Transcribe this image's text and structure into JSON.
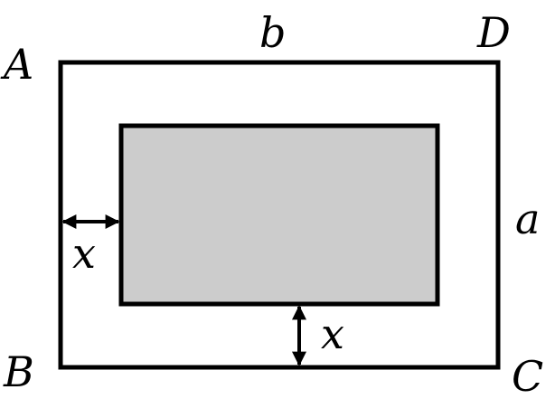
{
  "labels": {
    "A": "A",
    "B": "B",
    "C": "C",
    "D": "D",
    "a": "a",
    "b": "b",
    "x_left": "x",
    "x_bottom": "x"
  },
  "colors": {
    "inner_fill": "#cccccc",
    "stroke": "#000000"
  }
}
